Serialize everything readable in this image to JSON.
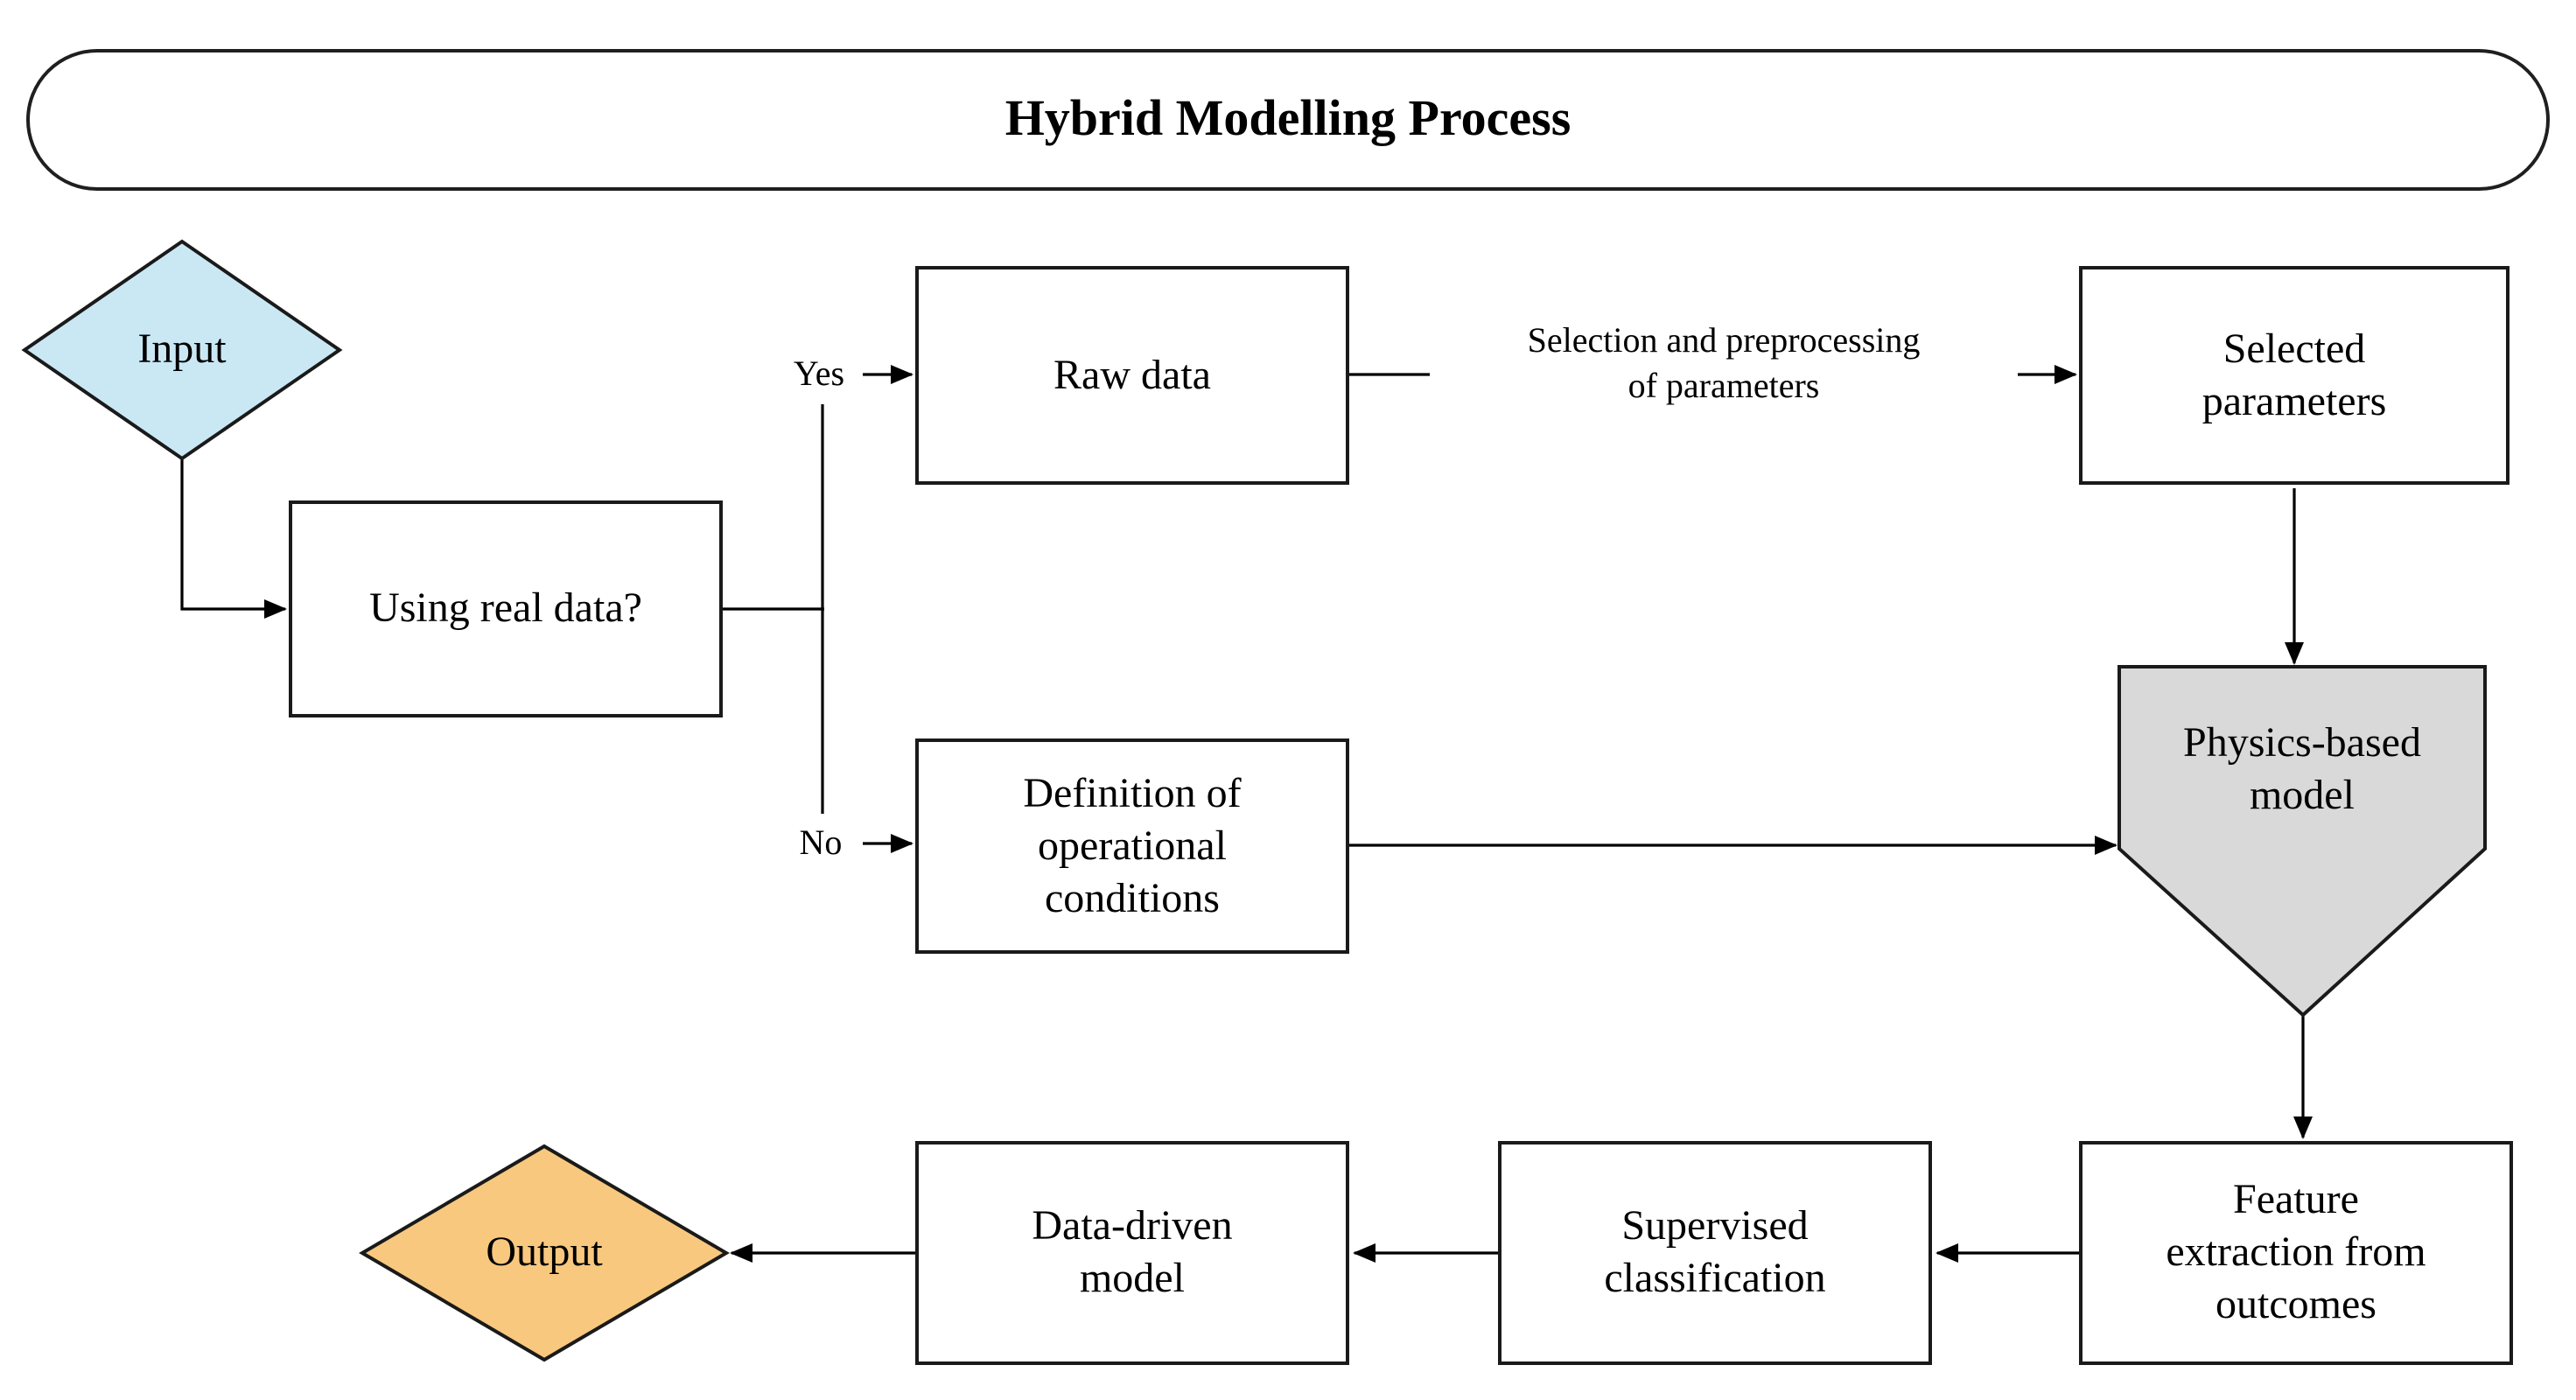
{
  "diagram": {
    "title": "Hybrid Modelling Process",
    "colors": {
      "input_fill": "#cae8f4",
      "output_fill": "#f8c87e",
      "pentagon_fill": "#d9d9d9",
      "stroke": "#1a1a1a"
    },
    "nodes": {
      "input": {
        "label": "Input",
        "shape": "diamond"
      },
      "using_real_data": {
        "label": "Using real data?",
        "shape": "rect"
      },
      "raw_data": {
        "label": "Raw data",
        "shape": "rect"
      },
      "selected_parameters": {
        "label": "Selected\nparameters",
        "shape": "rect"
      },
      "definition_operational_conditions": {
        "label": "Definition of\noperational\nconditions",
        "shape": "rect"
      },
      "physics_based_model": {
        "label": "Physics-based\nmodel",
        "shape": "pentagon"
      },
      "feature_extraction": {
        "label": "Feature\nextraction from\noutcomes",
        "shape": "rect"
      },
      "supervised_classification": {
        "label": "Supervised\nclassification",
        "shape": "rect"
      },
      "data_driven_model": {
        "label": "Data-driven\nmodel",
        "shape": "rect"
      },
      "output": {
        "label": "Output",
        "shape": "diamond"
      }
    },
    "edge_labels": {
      "yes": "Yes",
      "no": "No",
      "selection": "Selection and preprocessing\nof parameters"
    }
  }
}
